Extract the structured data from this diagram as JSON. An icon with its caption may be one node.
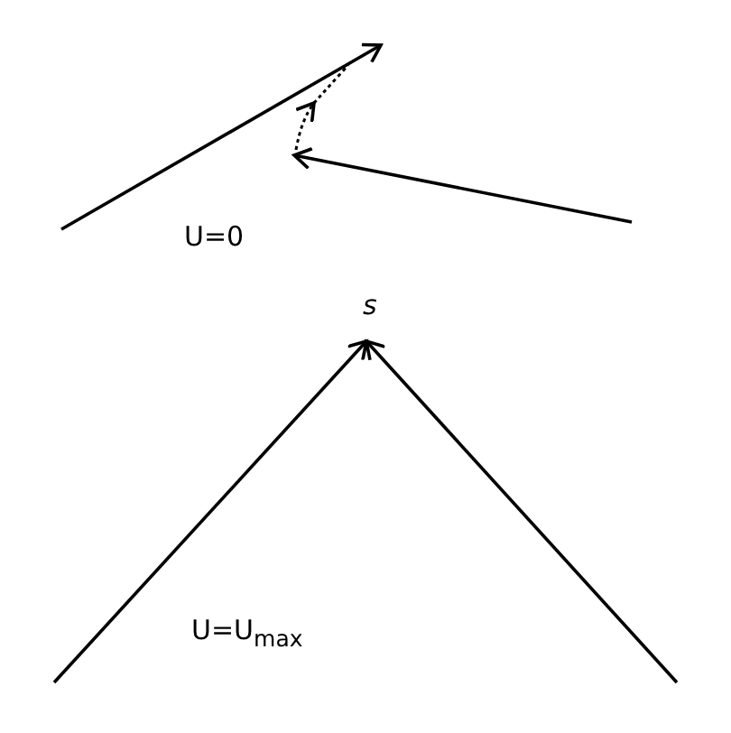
{
  "diagram": {
    "labels": [
      "U=0",
      "s",
      "U=U$_{max}$"
    ]
  }
}
